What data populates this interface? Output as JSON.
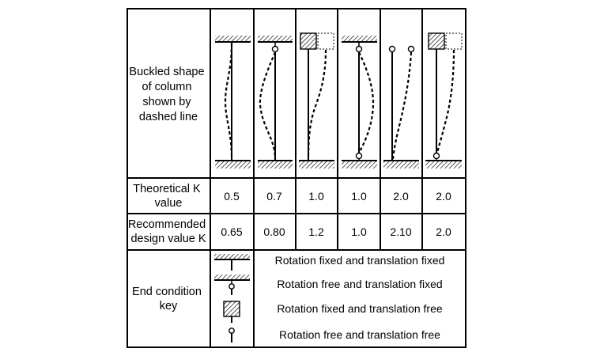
{
  "row_labels": {
    "buckled_shape": [
      "Buckled shape",
      "of column",
      "shown by",
      "dashed line"
    ],
    "theoretical": [
      "Theoretical K",
      "value"
    ],
    "recommended": [
      "Recommended",
      "design value K"
    ],
    "end_condition": [
      "End condition",
      "key"
    ]
  },
  "columns": [
    {
      "theoretical_k": "0.5",
      "recommended_k": "0.65"
    },
    {
      "theoretical_k": "0.7",
      "recommended_k": "0.80"
    },
    {
      "theoretical_k": "1.0",
      "recommended_k": "1.2"
    },
    {
      "theoretical_k": "1.0",
      "recommended_k": "1.0"
    },
    {
      "theoretical_k": "2.0",
      "recommended_k": "2.10"
    },
    {
      "theoretical_k": "2.0",
      "recommended_k": "2.0"
    }
  ],
  "end_condition_key": [
    {
      "icon": "rotation-fixed-translation-fixed-icon",
      "text": "Rotation fixed and translation fixed"
    },
    {
      "icon": "rotation-free-translation-fixed-icon",
      "text": "Rotation free and translation fixed"
    },
    {
      "icon": "rotation-fixed-translation-free-icon",
      "text": "Rotation fixed and translation free"
    },
    {
      "icon": "rotation-free-translation-free-icon",
      "text": "Rotation free and translation free"
    }
  ]
}
